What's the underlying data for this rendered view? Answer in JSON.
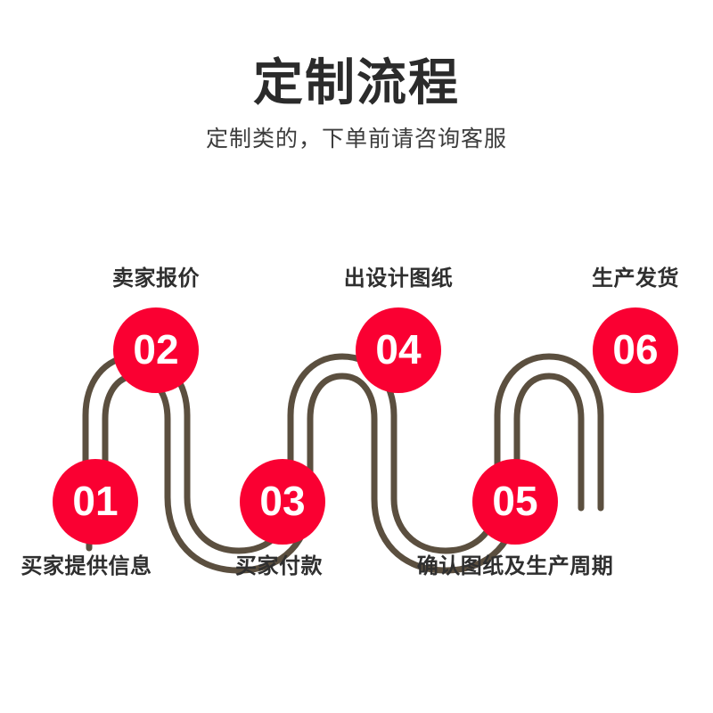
{
  "header": {
    "title": "定制流程",
    "subtitle": "定制类的，下单前请咨询客服"
  },
  "theme": {
    "accent_red": "#fa0032",
    "ribbon_brown": "#5b4f3f",
    "text_dark": "#2f2f2f",
    "background": "#ffffff"
  },
  "flow": {
    "steps": [
      {
        "number": "01",
        "label": "买家提供信息",
        "position": "below"
      },
      {
        "number": "02",
        "label": "卖家报价",
        "position": "above"
      },
      {
        "number": "03",
        "label": "买家付款",
        "position": "below"
      },
      {
        "number": "04",
        "label": "出设计图纸",
        "position": "above"
      },
      {
        "number": "05",
        "label": "确认图纸及生产周期",
        "position": "below"
      },
      {
        "number": "06",
        "label": "生产发货",
        "position": "above"
      }
    ]
  }
}
